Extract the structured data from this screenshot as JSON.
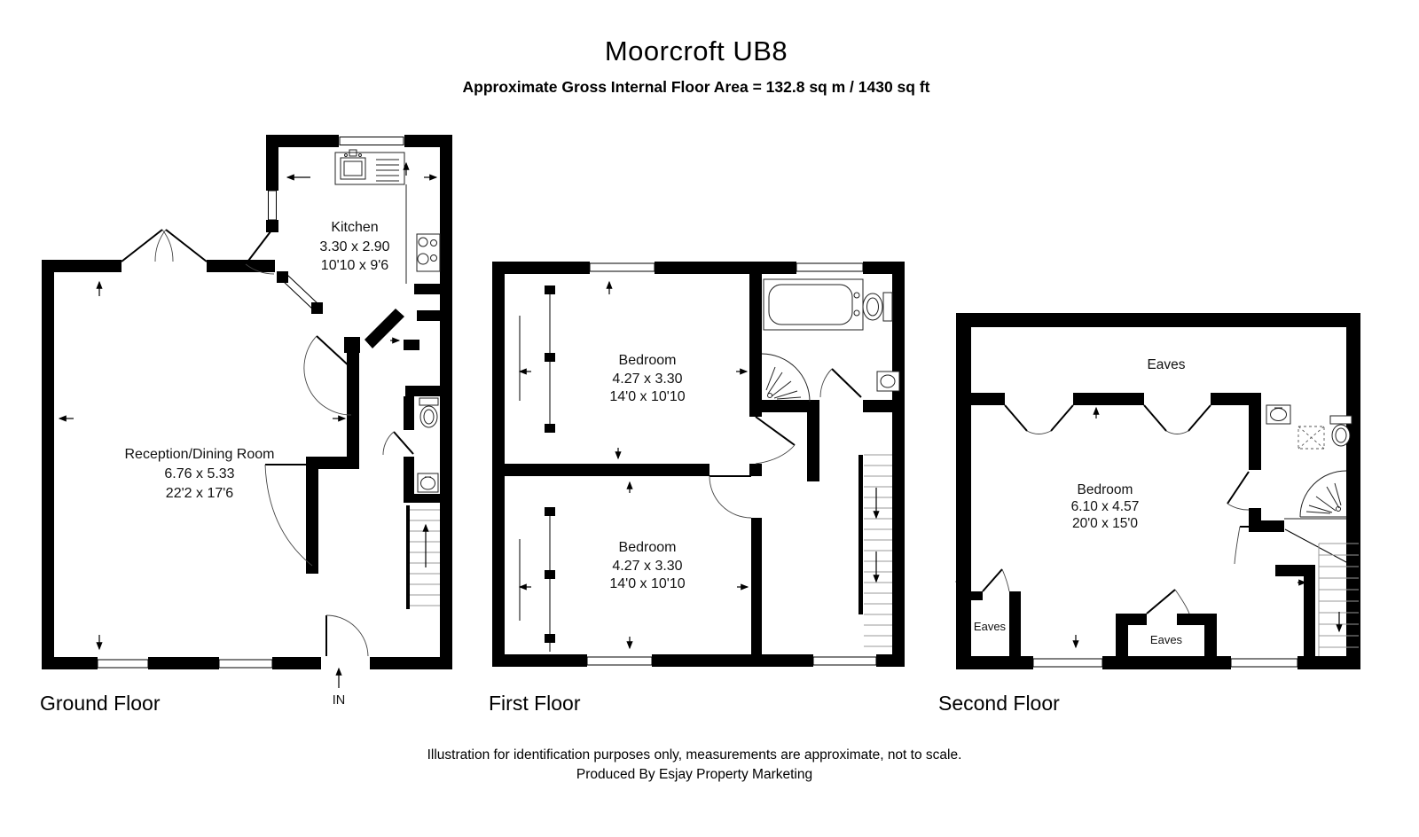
{
  "title": "Moorcroft UB8",
  "subtitle": "Approximate Gross Internal Floor Area = 132.8 sq m / 1430 sq ft",
  "footer": {
    "line1": "Illustration for identification purposes only, measurements are approximate, not to scale.",
    "line2": "Produced By Esjay Property Marketing"
  },
  "floors": {
    "ground": {
      "label": "Ground Floor",
      "entrance": "IN",
      "kitchen": {
        "name": "Kitchen",
        "metric": "3.30 x 2.90",
        "imperial": "10'10 x 9'6"
      },
      "reception": {
        "name": "Reception/Dining Room",
        "metric": "6.76 x 5.33",
        "imperial": "22'2 x 17'6"
      }
    },
    "first": {
      "label": "First Floor",
      "bedroom1": {
        "name": "Bedroom",
        "metric": "4.27 x 3.30",
        "imperial": "14'0 x 10'10"
      },
      "bedroom2": {
        "name": "Bedroom",
        "metric": "4.27 x 3.30",
        "imperial": "14'0 x 10'10"
      }
    },
    "second": {
      "label": "Second Floor",
      "bedroom": {
        "name": "Bedroom",
        "metric": "6.10 x 4.57",
        "imperial": "20'0 x 15'0"
      },
      "eaves_top": "Eaves",
      "eaves_left": "Eaves",
      "eaves_center": "Eaves"
    }
  },
  "colors": {
    "wall": "#000000",
    "background": "#ffffff"
  }
}
